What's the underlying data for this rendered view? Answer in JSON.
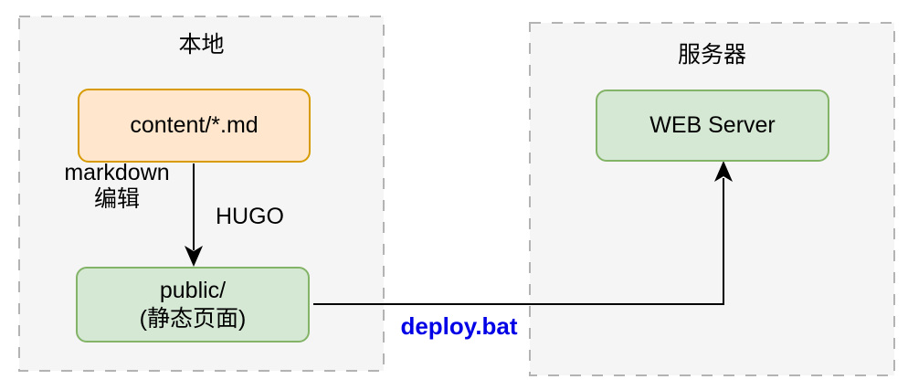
{
  "colors": {
    "container_fill": "#f5f5f5",
    "container_stroke": "#b3b3b3",
    "orange_node_fill": "#ffe6cc",
    "orange_node_stroke": "#d79b00",
    "green_node_fill": "#d5e8d4",
    "green_node_stroke": "#82b366",
    "arrow": "#000000",
    "deploy_label_color": "#0000e6",
    "text": "#000000"
  },
  "containers": {
    "local": {
      "title": "本地"
    },
    "server": {
      "title": "服务器"
    }
  },
  "nodes": {
    "content_md": {
      "label": "content/*.md"
    },
    "public": {
      "line1": "public/",
      "line2": "(静态页面)"
    },
    "web_server": {
      "label": "WEB Server"
    }
  },
  "edges": {
    "markdown_edit": {
      "line1": "markdown",
      "line2": "编辑"
    },
    "hugo": {
      "label": "HUGO"
    },
    "deploy": {
      "label": "deploy.bat"
    }
  }
}
